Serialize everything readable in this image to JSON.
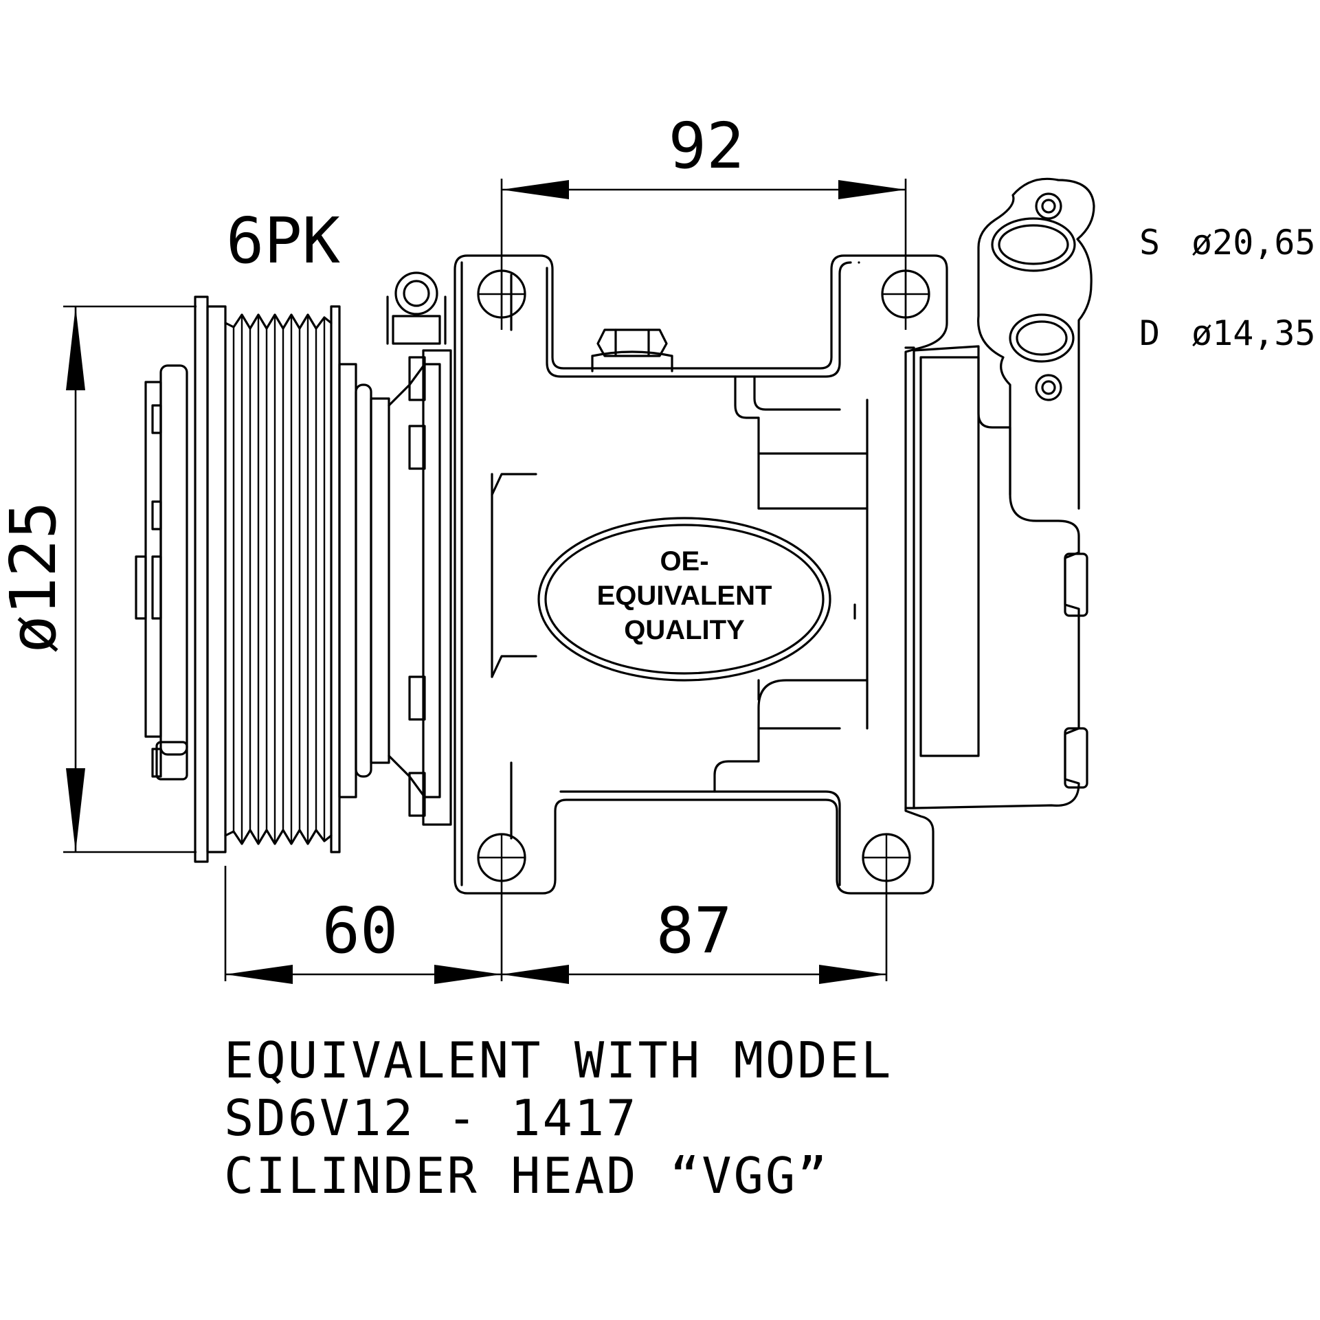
{
  "dimensions": {
    "width_top": "92",
    "pulley_diameter": "ø125",
    "pulley_offset": "60",
    "mount_spacing": "87",
    "belt": "6PK"
  },
  "ports": [
    {
      "letter": "S",
      "size": "ø20,65"
    },
    {
      "letter": "D",
      "size": "ø14,35"
    }
  ],
  "badge": {
    "line1": "OE-",
    "line2": "EQUIVALENT",
    "line3": "QUALITY"
  },
  "notes": [
    "EQUIVALENT WITH MODEL",
    "SD6V12 - 1417",
    "CILINDER HEAD “VGG”"
  ]
}
